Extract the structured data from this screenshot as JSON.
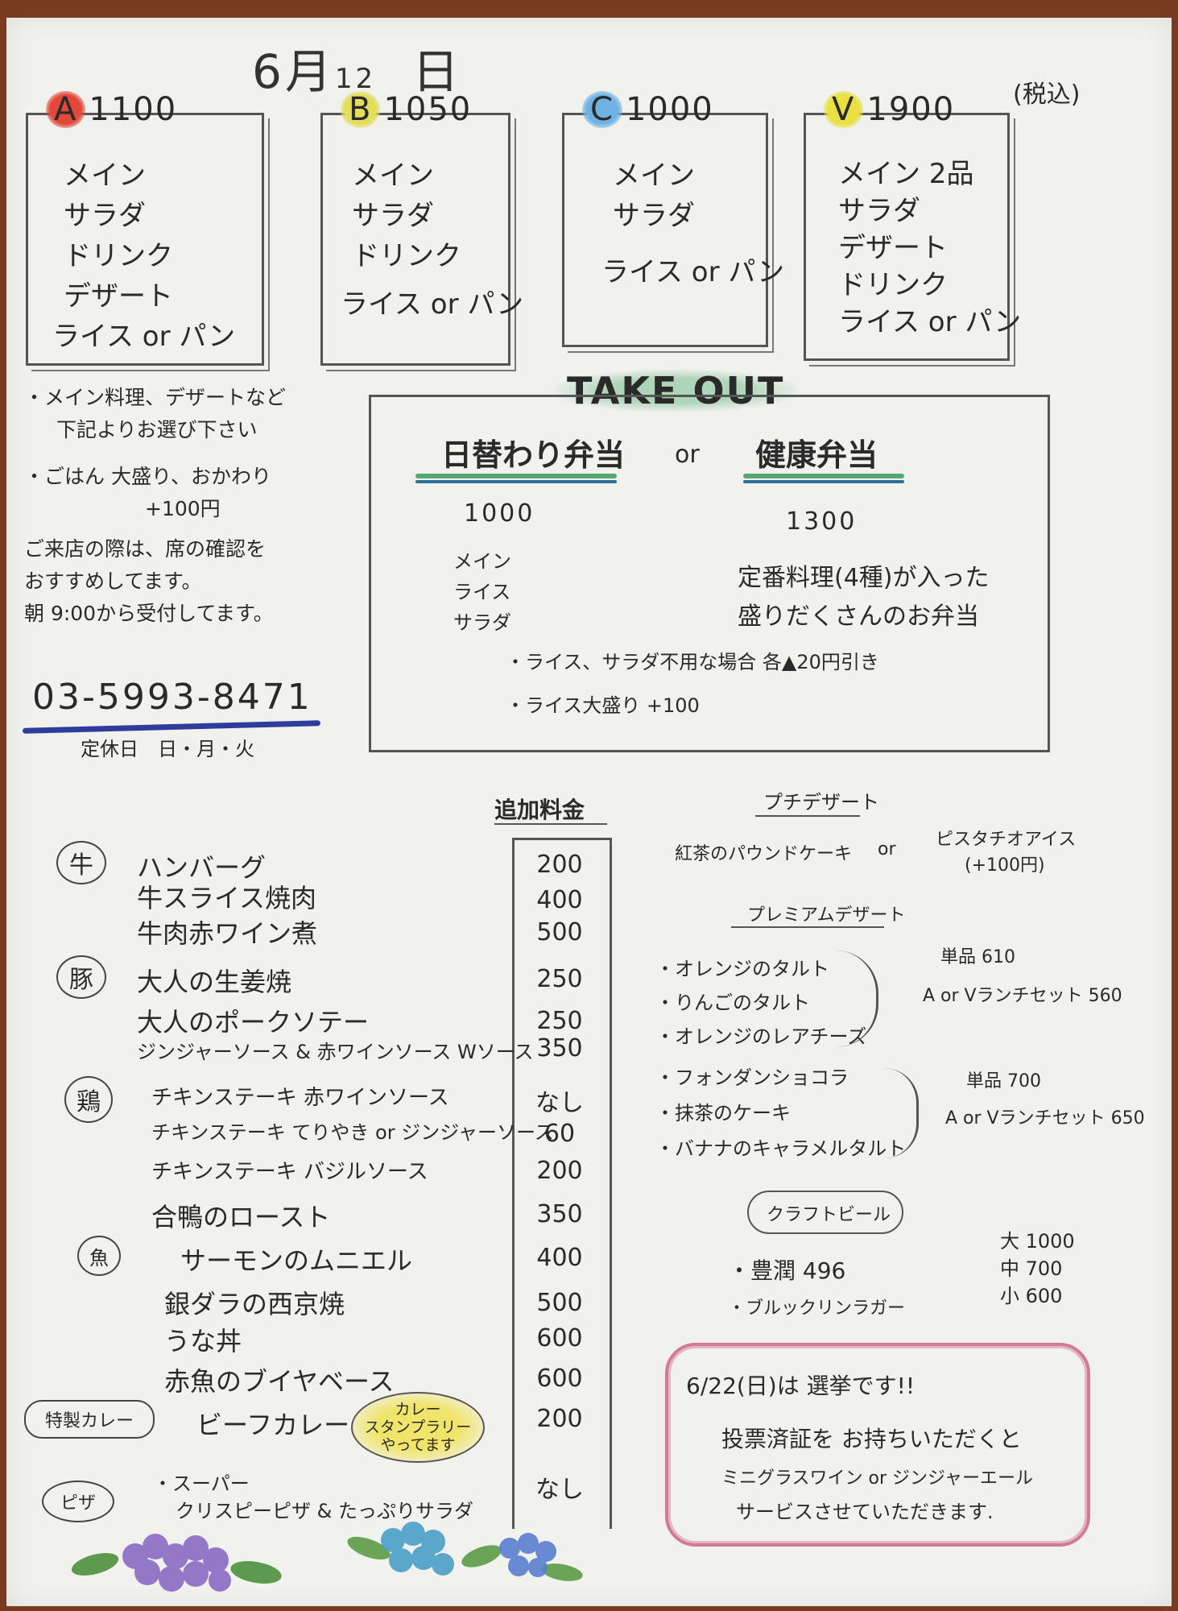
{
  "date": {
    "month": "6月",
    "day": "12",
    "suffix": "日"
  },
  "tax_note": "(税込)",
  "colors": {
    "A": "#e2483a",
    "B": "#e3dd5a",
    "C": "#6fb2e3",
    "V": "#e9e041",
    "takeout_green": "#55a86f",
    "takeout_blue": "#2d6f9c",
    "phone_blue": "#2e3c9c",
    "election_pink": "#d07a95"
  },
  "sets": [
    {
      "letter": "A",
      "price": "1100",
      "items": [
        "メイン",
        "サラダ",
        "ドリンク",
        "デザート",
        "ライス or パン"
      ]
    },
    {
      "letter": "B",
      "price": "1050",
      "items": [
        "メイン",
        "サラダ",
        "ドリンク",
        "ライス or パン"
      ]
    },
    {
      "letter": "C",
      "price": "1000",
      "items": [
        "メイン",
        "サラダ",
        "ライス or パン"
      ]
    },
    {
      "letter": "V",
      "price": "1900",
      "items": [
        "メイン 2品",
        "サラダ",
        "デザート",
        "ドリンク",
        "ライス or パン"
      ]
    }
  ],
  "notes": {
    "n1a": "・メイン料理、デザートなど",
    "n1b": "下記よりお選び下さい",
    "n2a": "・ごはん 大盛り、おかわり",
    "n2b": "+100円",
    "n3a": "ご来店の際は、席の確認を",
    "n3b": "おすすめしてます。",
    "n3c": "朝 9:00から受付してます。",
    "phone": "03-5993-8471",
    "closed": "定休日　日・月・火"
  },
  "takeout": {
    "title": "TAKE OUT",
    "bento1": "日替わり弁当",
    "or": "or",
    "bento2": "健康弁当",
    "price1": "1000",
    "price2": "1300",
    "items1": [
      "メイン",
      "ライス",
      "サラダ"
    ],
    "desc2a": "定番料理(4種)が入った",
    "desc2b": "盛りだくさんのお弁当",
    "bullet1": "・ライス、サラダ不用な場合 各▲20円引き",
    "bullet2": "・ライス大盛り +100"
  },
  "extra": {
    "title": "追加料金",
    "categories": [
      "牛",
      "豚",
      "鶏",
      "魚",
      "特製カレー",
      "ピザ"
    ],
    "rows": [
      {
        "name": "ハンバーグ",
        "price": "200"
      },
      {
        "name": "牛スライス焼肉",
        "price": "400"
      },
      {
        "name": "牛肉赤ワイン煮",
        "price": "500"
      },
      {
        "name": "大人の生姜焼",
        "price": "250"
      },
      {
        "name": "大人のポークソテー",
        "price": "250"
      },
      {
        "name": "ジンジャーソース & 赤ワインソース Wソース",
        "price": "350"
      },
      {
        "name": "チキンステーキ 赤ワインソース",
        "price": "なし"
      },
      {
        "name": "チキンステーキ てりやき or ジンジャーソース",
        "price": "60"
      },
      {
        "name": "チキンステーキ バジルソース",
        "price": "200"
      },
      {
        "name": "合鴨のロースト",
        "price": "350"
      },
      {
        "name": "サーモンのムニエル",
        "price": "400"
      },
      {
        "name": "銀ダラの西京焼",
        "price": "500"
      },
      {
        "name": "うな丼",
        "price": "600"
      },
      {
        "name": "赤魚のブイヤベース",
        "price": "600"
      },
      {
        "name": "ビーフカレー",
        "price": "200"
      },
      {
        "name": "・スーパー",
        "price": "なし"
      },
      {
        "name": "クリスピーピザ & たっぷりサラダ",
        "price": ""
      }
    ],
    "curry_badge": [
      "カレー",
      "スタンプラリー",
      "やってます"
    ]
  },
  "petit": {
    "title": "プチデザート",
    "item1": "紅茶のパウンドケーキ",
    "or": "or",
    "item2": "ピスタチオアイス",
    "item2_note": "(+100円)"
  },
  "premium": {
    "title": "プレミアムデザート",
    "group1": [
      "・オレンジのタルト",
      "・りんごのタルト",
      "・オレンジのレアチーズ"
    ],
    "group1_single": "単品 610",
    "group1_set": "A or Vランチセット 560",
    "group2": [
      "・フォンダンショコラ",
      "・抹茶のケーキ",
      "・バナナのキャラメルタルト"
    ],
    "group2_single": "単品 700",
    "group2_set": "A or Vランチセット 650"
  },
  "beer": {
    "title": "クラフトビール",
    "item1": "・豊潤 496",
    "item2": "・ブルックリンラガー",
    "sizes": [
      "大 1000",
      "中 700",
      "小 600"
    ]
  },
  "election": {
    "line1": "6/22(日)は 選挙です!!",
    "line2": "投票済証を お持ちいただくと",
    "line3": "ミニグラスワイン or ジンジャーエール",
    "line4": "サービスさせていただきます."
  }
}
